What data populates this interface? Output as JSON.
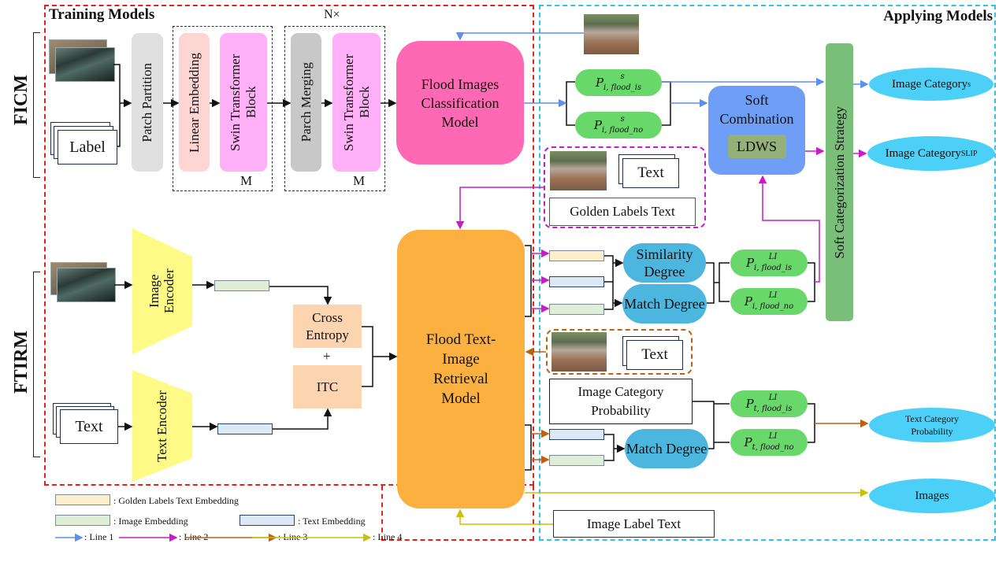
{
  "regions": {
    "training": {
      "title": "Training Models",
      "color": "#e8201c"
    },
    "applying": {
      "title": "Applying Models",
      "color": "#2ec4ea"
    }
  },
  "side_labels": {
    "ficm": "FICM",
    "ftirm": "FTIRM"
  },
  "ficm": {
    "label_doc": "Label",
    "patch_partition": "Patch Partition",
    "linear_embedding": "Linear Embedding",
    "swin_block_1": "Swin Transformer Block",
    "parch_merging": "Parch Merging",
    "swin_block_2": "Swin Transformer Block",
    "repeat_m1": "M",
    "repeat_m2": "M",
    "repeat_n": "N×",
    "model": "Flood Images Classification Model"
  },
  "ftirm": {
    "text_doc": "Text",
    "image_encoder": "Image Encoder",
    "text_encoder": "Text Encoder",
    "cross_entropy": "Cross Entropy",
    "plus": "+",
    "itc": "ITC",
    "model": "Flood Text-Image Retrieval Model"
  },
  "applying": {
    "p_is_s": {
      "base": "P",
      "sup": "s",
      "sub": "i, flood_is"
    },
    "p_no_s": {
      "base": "P",
      "sup": "s",
      "sub": "i, flood_no"
    },
    "soft_combination": "Soft Combination",
    "ldws": "LDWS",
    "strategy": "Soft Categorization Strategy",
    "image_category_s": {
      "base": "Image Category",
      "sup": "s"
    },
    "image_category_slip": {
      "base": "Image Category",
      "sup": "SLIP"
    },
    "golden_group": {
      "text_doc": "Text",
      "golden_labels": "Golden Labels Text"
    },
    "similarity_degree": "Similarity Degree",
    "match_degree_1": "Match Degree",
    "p_is_li_i": {
      "base": "P",
      "sup": "LI",
      "sub": "i, flood_is"
    },
    "p_no_li_i": {
      "base": "P",
      "sup": "LI",
      "sub": "i, flood_no"
    },
    "text_group": {
      "text_doc": "Text"
    },
    "image_category_probability": "Image Category Probability",
    "match_degree_2": "Match Degree",
    "p_is_li_t": {
      "base": "P",
      "sup": "LI",
      "sub": "t, flood_is"
    },
    "p_no_li_t": {
      "base": "P",
      "sup": "LI",
      "sub": "t, flood_no"
    },
    "text_category_probability": "Text Category Probability",
    "images": "Images",
    "image_label_text": "Image Label Text"
  },
  "legend": {
    "golden": ": Golden Labels Text Embedding",
    "image": ": Image Embedding",
    "text": ": Text Embedding",
    "lines": [
      {
        "label": ": Line 1",
        "color": "#5b8ff0"
      },
      {
        "label": ": Line 2",
        "color": "#c81cc8"
      },
      {
        "label": ": Line 3",
        "color": "#c06010"
      },
      {
        "label": ": Line 4",
        "color": "#c8c00c"
      }
    ]
  },
  "colors": {
    "ficm_model": "#ff69b4",
    "ftirm_model": "#fbb040",
    "swin": "#ffb0f6",
    "linear": "#fdd6d3",
    "patch": "#e0e0e0",
    "merge": "#c8c8c8",
    "soft_comb": "#6f9ef7",
    "ldws": "#96b07a",
    "strategy": "#79bf79",
    "encoder": "#fdfa85",
    "loss": "#fcd4b0"
  }
}
